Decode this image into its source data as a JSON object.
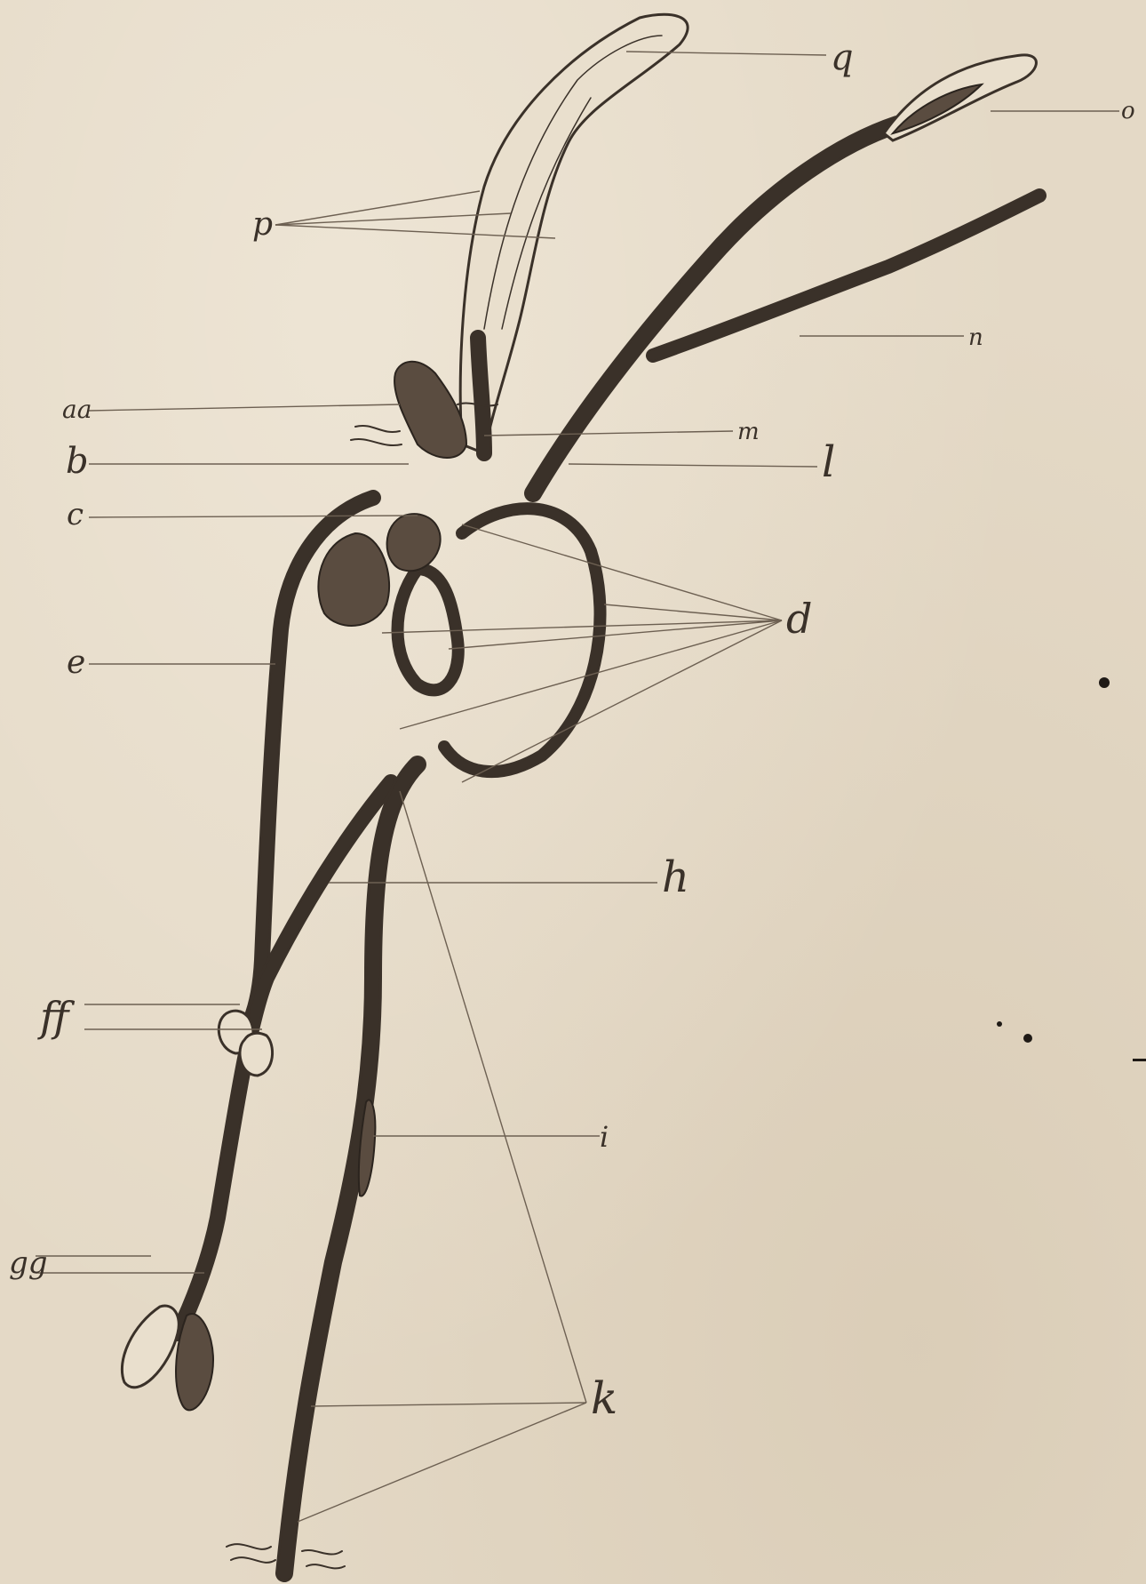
{
  "labels": {
    "q": "q",
    "o": "o",
    "p": "p",
    "n": "n",
    "aa": "aa",
    "m": "m",
    "b": "b",
    "l": "l",
    "c": "c",
    "d": "d",
    "e": "e",
    "h": "h",
    "ff": "ff",
    "i": "i",
    "gg": "gg",
    "k": "k"
  },
  "colors": {
    "paper": "#e4d9c6",
    "ink": "#3a3129",
    "leader": "#6d6052"
  }
}
